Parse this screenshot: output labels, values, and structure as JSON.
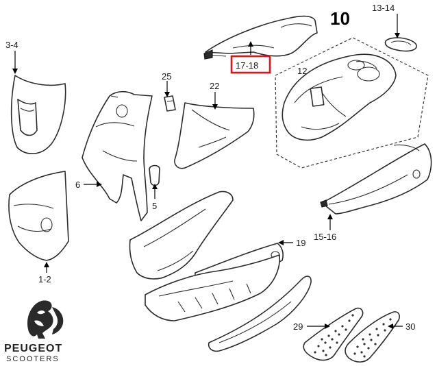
{
  "labels": {
    "group_number": "10",
    "p_13_14": "13-14",
    "p_17_18": "17-18",
    "p_3_4": "3-4",
    "p_25": "25",
    "p_22": "22",
    "p_12": "12",
    "p_6": "6",
    "p_5": "5",
    "p_15_16": "15-16",
    "p_19": "19",
    "p_1_2": "1-2",
    "p_29": "29",
    "p_30": "30"
  },
  "highlight_color": "#e1141e",
  "logo": {
    "brand": "PEUGEOT",
    "sub": "SCOOTERS",
    "icon": "lion-icon"
  }
}
